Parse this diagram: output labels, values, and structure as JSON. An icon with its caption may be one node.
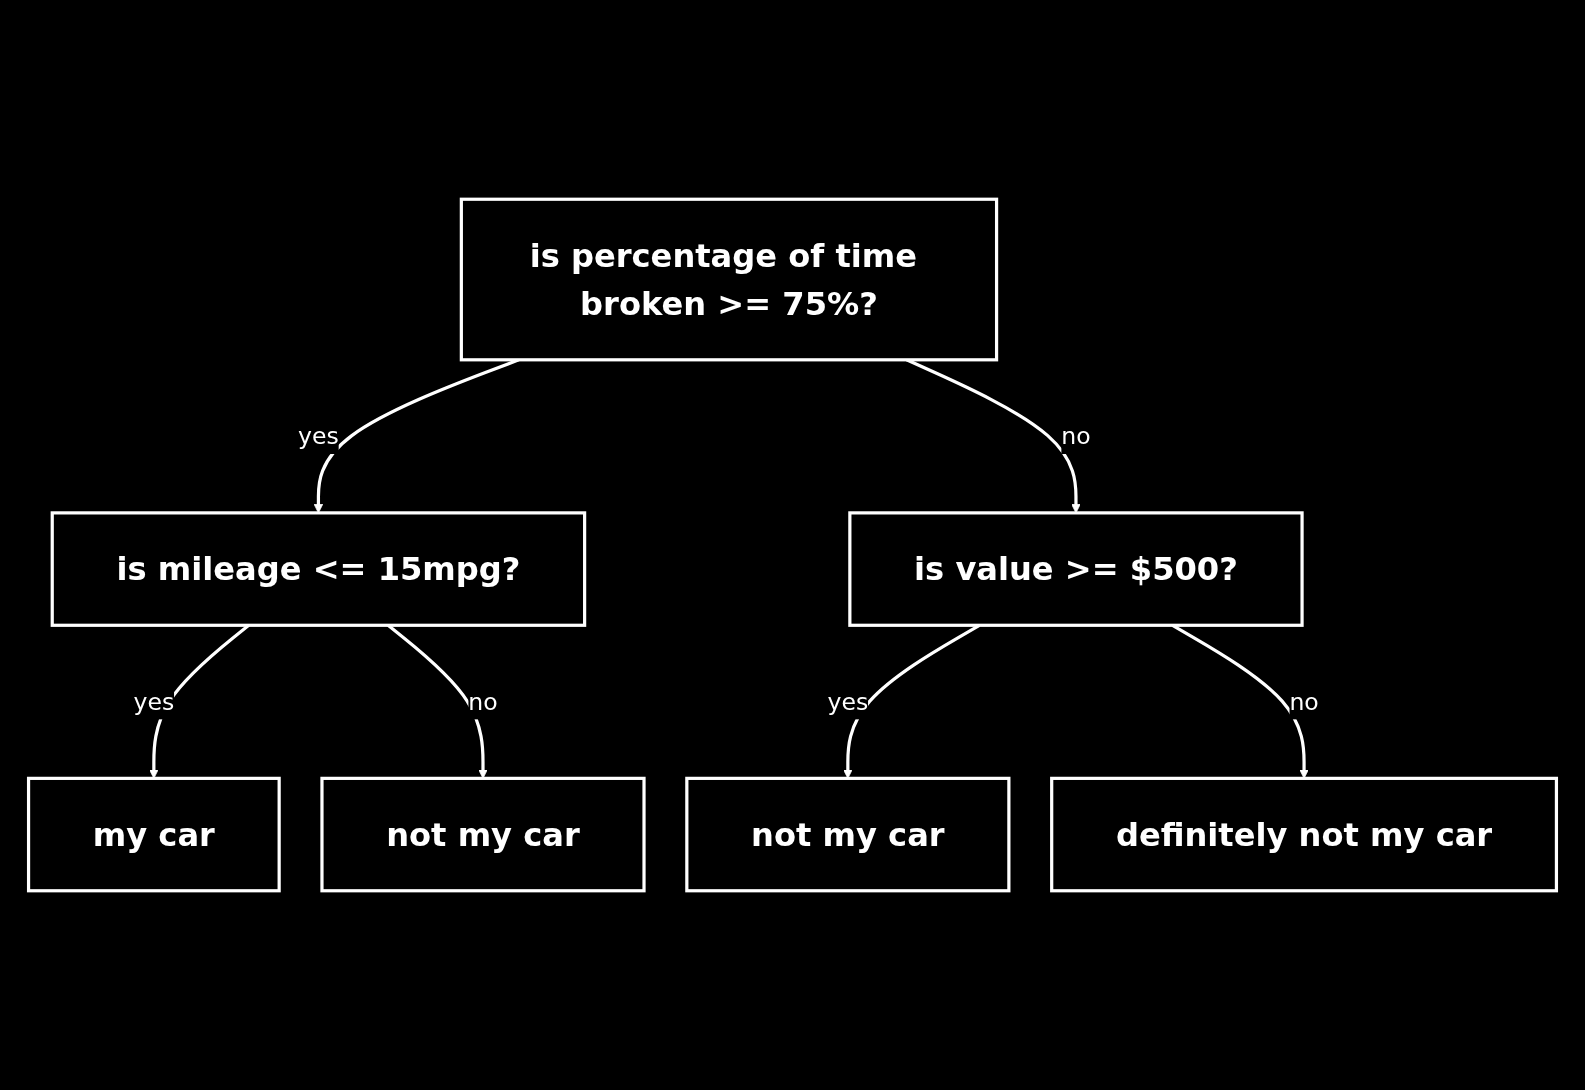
{
  "diagram": {
    "nodes": [
      {
        "text": [
          "is percentage of time broken >= 75%?"
        ]
      },
      {
        "text": [
          "is mileage <= 15mpg?"
        ]
      },
      {
        "text": [
          "is value >= $500?"
        ]
      },
      {
        "text": [
          "my car"
        ]
      },
      {
        "text": [
          "not my car"
        ]
      },
      {
        "text": [
          "not my car"
        ]
      },
      {
        "text": [
          "definitely not my car"
        ]
      }
    ],
    "edges": [
      {
        "from": 0,
        "to": 1,
        "label": "yes",
        "arrow": "to"
      },
      {
        "from": 0,
        "to": 2,
        "label": "no",
        "arrow": "to"
      },
      {
        "from": 1,
        "to": 3,
        "label": "yes",
        "arrow": "to"
      },
      {
        "from": 1,
        "to": 4,
        "label": "no",
        "arrow": "to"
      },
      {
        "from": 2,
        "to": 5,
        "label": "yes",
        "arrow": "to"
      },
      {
        "from": 2,
        "to": 6,
        "label": "no",
        "arrow": "to"
      }
    ]
  }
}
